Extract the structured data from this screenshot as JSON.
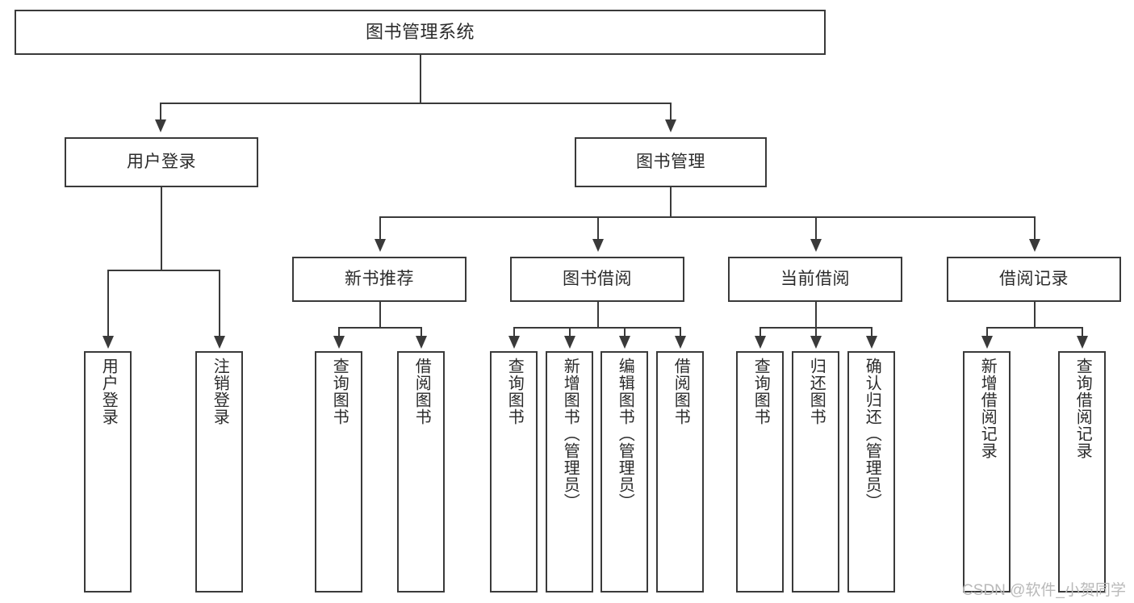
{
  "diagram": {
    "title": "图书管理系统",
    "type": "hierarchy-tree",
    "root": {
      "id": "root",
      "label": "图书管理系统"
    },
    "level1": [
      {
        "id": "user-login",
        "label": "用户登录"
      },
      {
        "id": "book-manage",
        "label": "图书管理"
      }
    ],
    "level2": [
      {
        "id": "new-book-recommend",
        "label": "新书推荐",
        "parent": "book-manage"
      },
      {
        "id": "book-borrow",
        "label": "图书借阅",
        "parent": "book-manage"
      },
      {
        "id": "current-borrow",
        "label": "当前借阅",
        "parent": "book-manage"
      },
      {
        "id": "borrow-record",
        "label": "借阅记录",
        "parent": "book-manage"
      }
    ],
    "leaves": [
      {
        "id": "leaf-user-login",
        "label": "用户登录",
        "parent": "user-login"
      },
      {
        "id": "leaf-user-logout",
        "label": "注销登录",
        "parent": "user-login"
      },
      {
        "id": "leaf-query-book-1",
        "label": "查询图书",
        "parent": "new-book-recommend"
      },
      {
        "id": "leaf-borrow-book-1",
        "label": "借阅图书",
        "parent": "new-book-recommend"
      },
      {
        "id": "leaf-query-book-2",
        "label": "查询图书",
        "parent": "book-borrow"
      },
      {
        "id": "leaf-add-book",
        "label": "新增图书（管理员）",
        "parent": "book-borrow"
      },
      {
        "id": "leaf-edit-book",
        "label": "编辑图书（管理员）",
        "parent": "book-borrow"
      },
      {
        "id": "leaf-borrow-book-2",
        "label": "借阅图书",
        "parent": "book-borrow"
      },
      {
        "id": "leaf-query-book-3",
        "label": "查询图书",
        "parent": "current-borrow"
      },
      {
        "id": "leaf-return-book",
        "label": "归还图书",
        "parent": "current-borrow"
      },
      {
        "id": "leaf-confirm-return",
        "label": "确认归还（管理员）",
        "parent": "current-borrow"
      },
      {
        "id": "leaf-add-record",
        "label": "新增借阅记录",
        "parent": "borrow-record"
      },
      {
        "id": "leaf-query-record",
        "label": "查询借阅记录",
        "parent": "borrow-record"
      }
    ]
  },
  "watermark": {
    "text": "CSDN @软件_小贺同学"
  },
  "colors": {
    "stroke": "#3a3a3a",
    "text": "#2b2b2b",
    "background": "#ffffff",
    "watermark": "#b9b9b9"
  }
}
